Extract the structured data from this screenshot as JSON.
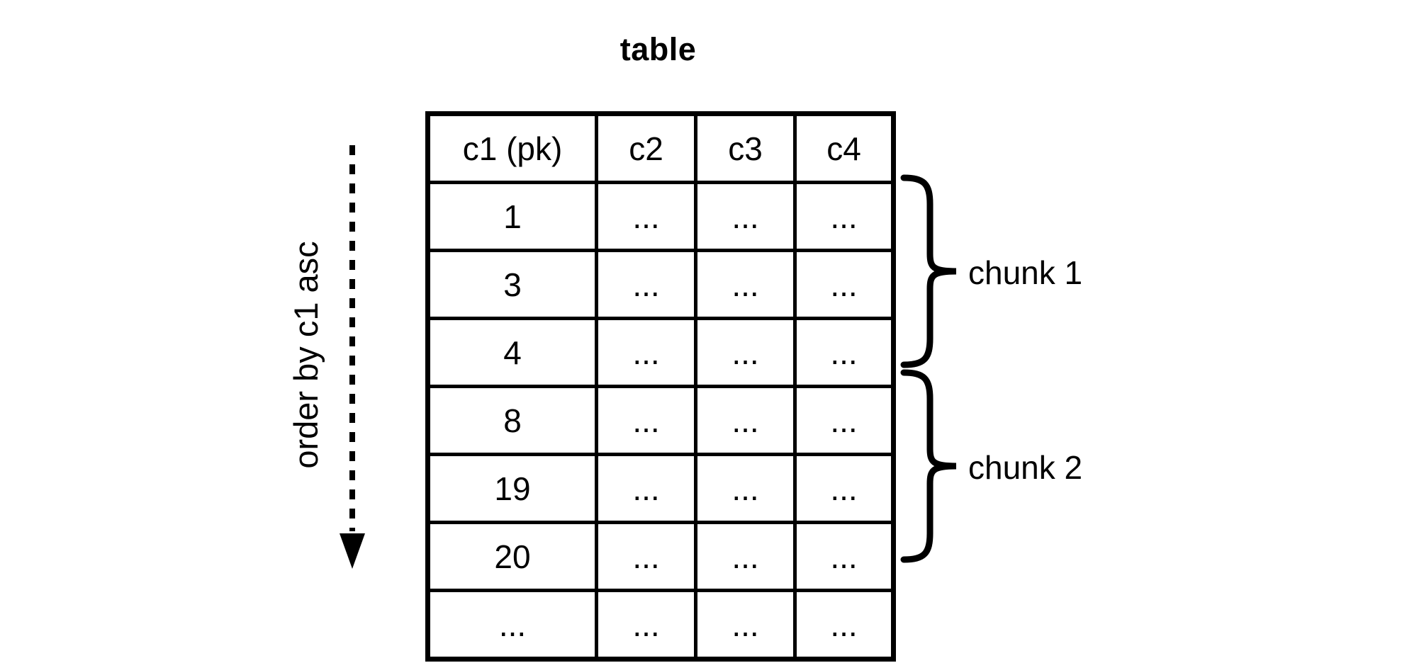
{
  "title": "table",
  "order_label": "order by c1 asc",
  "table": {
    "headers": [
      "c1 (pk)",
      "c2",
      "c3",
      "c4"
    ],
    "rows": [
      {
        "chunk": "chunk1",
        "cells": [
          "1",
          "...",
          "...",
          "..."
        ]
      },
      {
        "chunk": "chunk1",
        "cells": [
          "3",
          "...",
          "...",
          "..."
        ]
      },
      {
        "chunk": "chunk1",
        "cells": [
          "4",
          "...",
          "...",
          "..."
        ]
      },
      {
        "chunk": "chunk2",
        "cells": [
          "8",
          "...",
          "...",
          "..."
        ]
      },
      {
        "chunk": "chunk2",
        "cells": [
          "19",
          "...",
          "...",
          "..."
        ]
      },
      {
        "chunk": "chunk2",
        "cells": [
          "20",
          "...",
          "...",
          "..."
        ]
      },
      {
        "chunk": "none",
        "cells": [
          "...",
          "...",
          "...",
          "..."
        ]
      }
    ]
  },
  "annotations": {
    "chunk1_label": "chunk 1",
    "chunk2_label": "chunk 2"
  },
  "colors": {
    "chunk1_green": "#d6e8d4",
    "chunk2_yellow": "#ffeecb",
    "stroke": "#000000"
  }
}
